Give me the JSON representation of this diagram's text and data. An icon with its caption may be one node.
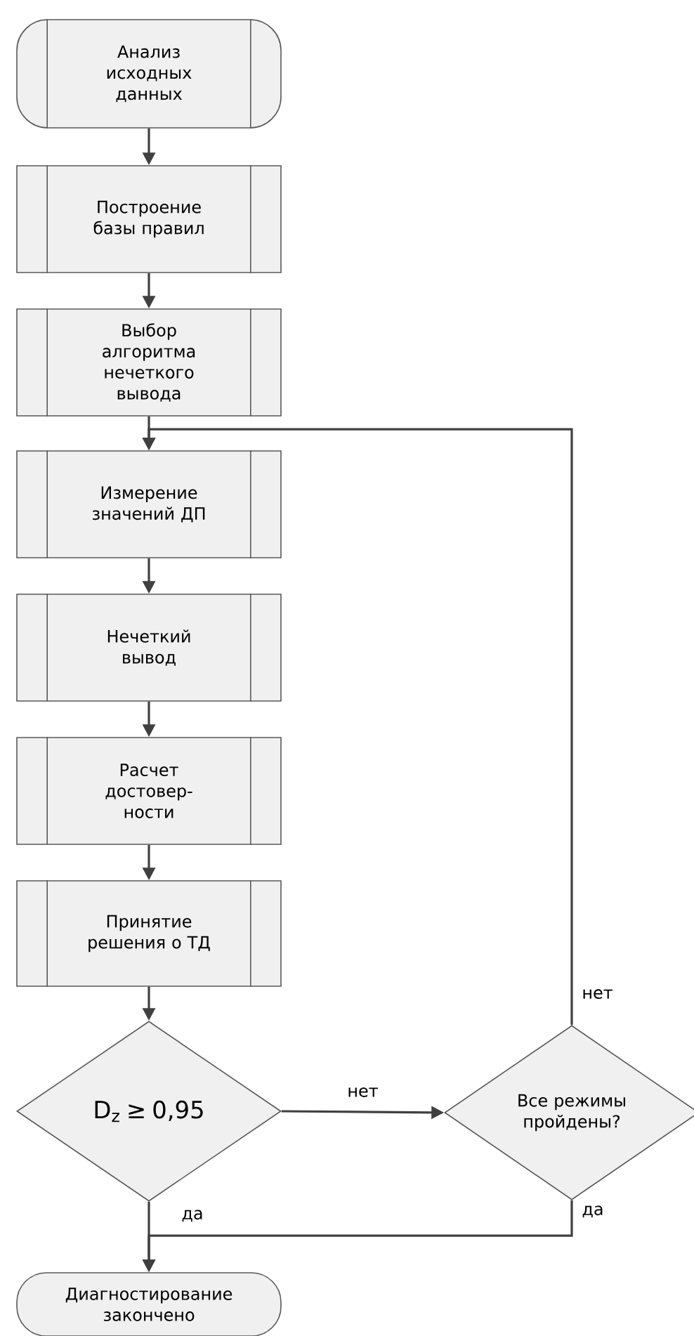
{
  "diagram": {
    "nodes": [
      {
        "text": [
          "Анализ исходных данных"
        ]
      },
      {
        "text": [
          "Построение базы правил"
        ]
      },
      {
        "text": [
          "Выбор алгоритма нечеткого вывода"
        ]
      },
      {
        "text": [
          "Измерение значений ДП"
        ]
      },
      {
        "text": [
          "Нечеткий вывод"
        ]
      },
      {
        "text": [
          "Расчет достовер- ности"
        ]
      },
      {
        "text": [
          "Принятие решения о ТД"
        ]
      },
      {
        "text": [
          "D$_{z}$ ≥ 0,95"
        ]
      },
      {
        "text": [
          "Все режимы пройдены?"
        ]
      },
      {
        "text": [
          "Диагностирование закончено"
        ]
      }
    ],
    "edges": [
      {
        "from": 0,
        "to": 1,
        "arrow": "to"
      },
      {
        "from": 1,
        "to": 2,
        "arrow": "to"
      },
      {
        "from": 2,
        "to": 3,
        "arrow": "to"
      },
      {
        "from": 3,
        "to": 4,
        "arrow": "to"
      },
      {
        "from": 4,
        "to": 5,
        "arrow": "to"
      },
      {
        "from": 5,
        "to": 6,
        "arrow": "to"
      },
      {
        "from": 6,
        "to": 7,
        "arrow": "to"
      },
      {
        "from": 7,
        "to": 8,
        "arrow": "to",
        "label": "нет"
      },
      {
        "from": 7,
        "to": 9,
        "arrow": "to",
        "label": "да"
      },
      {
        "from": 8,
        "to": 3,
        "arrow": "to",
        "label": "нет"
      },
      {
        "from": 8,
        "to": 9,
        "arrow": "to",
        "label": "да"
      }
    ]
  }
}
